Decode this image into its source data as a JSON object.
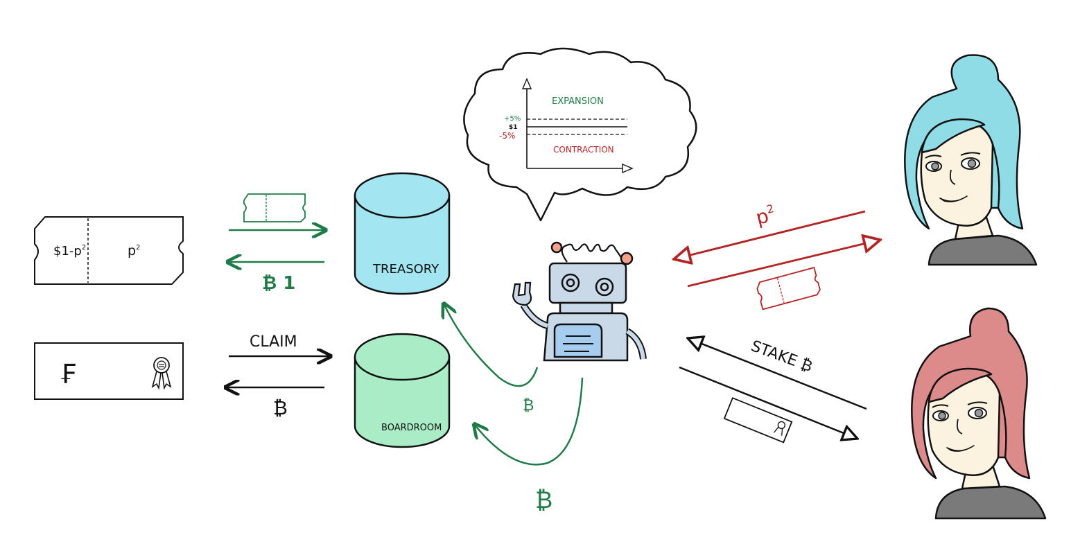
{
  "colors": {
    "green": "#1e7a46",
    "red": "#b52424",
    "ink": "#111111",
    "treasury_fill": "#a3e6f2",
    "boardroom_fill": "#a9ecc6",
    "robot_fill": "#c9d9e8",
    "robot_chest": "#a6cdf0",
    "antenna_tip": "#f3a18a",
    "hair_blue": "#8fdbe6",
    "hair_pink": "#dc8a8a",
    "skin": "#fbf2e0",
    "shirt": "#7a7a7a"
  },
  "bond_ticket": {
    "left_text": "$1-p",
    "left_sup": "2",
    "right_text": "p",
    "right_sup": "2"
  },
  "share_card": {
    "symbol": "₣"
  },
  "treasury": {
    "label": "TREASORY",
    "return_label": "₿ 1"
  },
  "boardroom": {
    "label": "BOARDROOM",
    "claim_label": "CLAIM",
    "return_label": "₿"
  },
  "thought": {
    "expansion_label": "EXPANSION",
    "contraction_label": "CONTRACTION",
    "plus_label": "+5%",
    "one_label": "$1",
    "minus_label": "-5%"
  },
  "robot_flows": {
    "to_treasury_label": "₿",
    "to_boardroom_label": "₿"
  },
  "user_top": {
    "price_label": "p",
    "price_sup": "2"
  },
  "user_bottom": {
    "stake_label": "STAKE ₿"
  }
}
